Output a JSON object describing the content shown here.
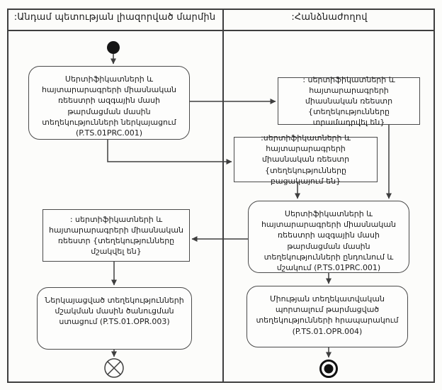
{
  "diagram_type": "uml-activity-diagram-with-swimlanes",
  "colors": {
    "frame_line": "#3e3e3e",
    "node_border": "#4a4a4a",
    "text": "#1c1c1c",
    "background": "#fcfcfa",
    "start_node_fill": "#161616"
  },
  "lanes": {
    "left": {
      "title": ":Անդամ պետության լիազորված մարմին"
    },
    "right": {
      "title": ":Հանձնաժողով"
    }
  },
  "nodes": {
    "start": {
      "type": "initial-node",
      "symbol": "filled-circle"
    },
    "submit_info": {
      "type": "action",
      "label": "Սերտիֆիկատների և հայտարարագրերի միասնական ռեեստրի ազգային մասի թարմացման մասին տեղեկությունների ներկայացում (P.TS.01PRC.001)"
    },
    "registry_provided": {
      "type": "object",
      "label": ": սերտիֆիկատների և հայտարարագրերի միասնական ռեեստր {տեղեկությունները տրամադրվել են}"
    },
    "registry_missing": {
      "type": "object",
      "label": ":սերտիֆիկատների և հայտարարագրերի միասնական ռեեստր {տեղեկությունները բացակայում են}"
    },
    "receive_process": {
      "type": "action",
      "label": "Սերտիֆիկատների և հայտարարագրերի միասնական ռեեստրի ազգային մասի թարմացման մասին տեղեկությունների ընդունում և մշակում (P.TS.01PRC.001)"
    },
    "registry_processed": {
      "type": "object",
      "label": ": սերտիֆիկատների և հայտարարագրերի միասնական ռեեստր {տեղեկությունները մշակվել են}"
    },
    "receive_notice": {
      "type": "action",
      "label": "Ներկայացված տեղեկությունների մշակման մասին ծանուցման ստացում (P.TS.01.OPR.003)"
    },
    "publish_info": {
      "type": "action",
      "label": "Միության տեղեկատվական պորտալում թարմացված տեղեկությունների հրապարակում (P.TS.01.OPR.004)"
    },
    "flow_final": {
      "type": "flow-final-node",
      "symbol": "circle-with-x"
    },
    "activity_final": {
      "type": "activity-final-node",
      "symbol": "bullseye-circle"
    }
  }
}
